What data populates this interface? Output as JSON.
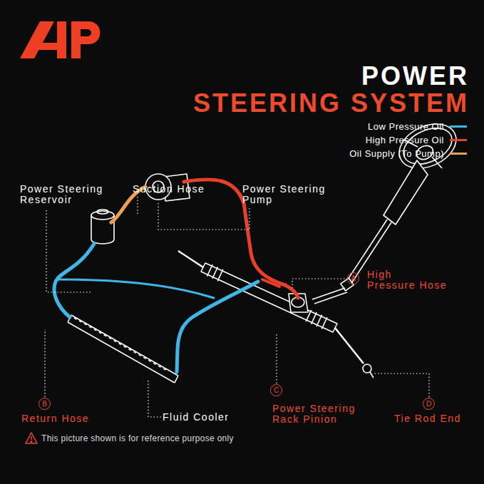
{
  "diagram": {
    "title": "POWER STEERING SYSTEM",
    "labels": [
      "Power Steering Reservoir",
      "Suction Hose",
      "Power Steering Pump",
      "A",
      "High Pressure Hose",
      "B",
      "Return Hose",
      "Fluid Cooler",
      "C",
      "Power Steering Rack Pinion",
      "D",
      "Tie Rod End",
      "This picture shown is for reference purpose only"
    ],
    "legend": [
      {
        "text": "Low Pressure Oil",
        "color": "#3fb6e6"
      },
      {
        "text": "High Pressure Oil",
        "color": "#e8402a"
      },
      {
        "text": "Oil Supply (To Pump)",
        "color": "#f0a050"
      }
    ]
  }
}
